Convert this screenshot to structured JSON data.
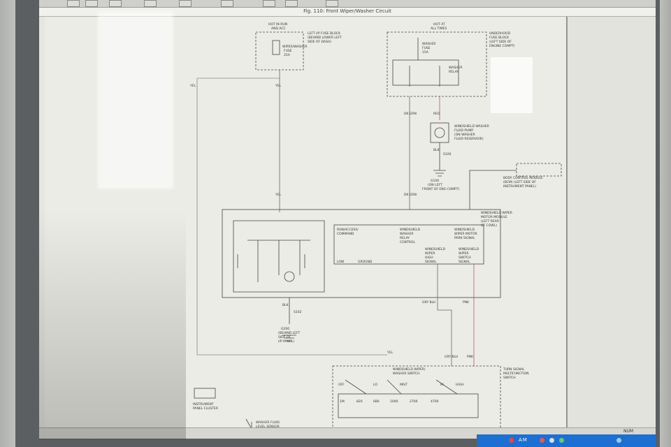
{
  "toolbar": {
    "button_2_label": "",
    "button_5_label": ""
  },
  "figure_title": "Fig. 110: Front Wiper/Washer Circuit",
  "status": {
    "num": "NUM"
  },
  "tray": {
    "text": "AM"
  },
  "diagram": {
    "hot_run_acc": "HOT IN RUN\nAND ACC",
    "fuse_block": "LEFT I/P FUSE BLOCK\n(BEHIND LOWER LEFT\nSIDE OF DASH)",
    "wiper_fuse": "WIPER/WASHER\nFUSE\n25A",
    "hot_all": "HOT AT\nALL TIMES",
    "underhood": "UNDERHOOD\nFUSE BLOCK\n(LEFT SIDE OF\nENGINE COMPT)",
    "washer_fuse": "WASHER\nFUSE\n15A",
    "washer_relay": "WASHER\nRELAY",
    "pump_label": "WINDSHIELD WASHER\nFLUID PUMP\n(ON WASHER\nFLUID RESERVOIR)",
    "ground_left": "G100\n(ON LEFT\nFRONT OF ENG COMPT)",
    "bcm_box": "BODY CONTROL MODULE\n(BCM) (LEFT SIDE OF\nINSTRUMENT PANEL)",
    "motor_module": "WINDSHIELD WIPER\nMOTOR MODULE\n(LEFT REAR\nOF COWL)",
    "module_run": "RUN/ACCESS/\nCOMMAND",
    "relay_control": "WINDSHIELD\nWASHER\nRELAY\nCONTROL",
    "motor_park": "WINDSHIELD\nWIPER MOTOR\nPARK SIGNAL",
    "wiper_high": "WINDSHIELD\nWIPER\nHIGH\nSIGNAL",
    "wiper_switch_signal": "WINDSHIELD\nWIPER\nSWITCH\nSIGNAL",
    "low_label": "LOW",
    "ground_label": "GROUND",
    "ground_g200": "G200\n(BEHIND LEFT\nSIDE OF\nI/P PANEL)",
    "switch_title": "WINDSHIELD WIPER/\nWASHER SWITCH",
    "turn_signal": "TURN SIGNAL\nMULTIFUNCTION\nSWITCH",
    "cluster": "INSTRUMENT\nPANEL CLUSTER",
    "level_sensor": "WASHER FLUID\nLEVEL SENSOR",
    "wire_yel": "YEL",
    "wire_red": "RED",
    "wire_blk": "BLK",
    "wire_dkgrn": "DK GRN",
    "wire_pnk": "PNK",
    "wire_grn": "GRY BLU",
    "splice_s100": "S100",
    "splice_s102": "S102",
    "delay_vals": [
      "OFF",
      "LO",
      "MIST",
      "HI",
      "HIGH"
    ],
    "resistors": [
      "1M",
      "820",
      "680",
      "1000",
      "2700",
      "4700"
    ]
  }
}
